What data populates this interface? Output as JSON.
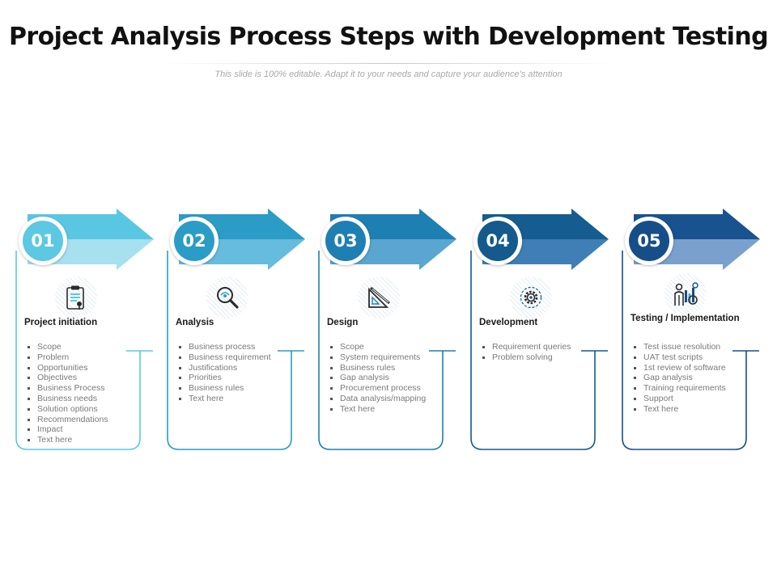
{
  "title": "Project Analysis Process Steps with Development Testing",
  "subtitle": "This slide is 100% editable. Adapt it to your needs and capture your audience’s attention",
  "steps": [
    {
      "number": "01",
      "heading": "Project initiation",
      "icon": "clipboard-icon",
      "color": "#5cc8e2",
      "arrow_dark": "#59c7e2",
      "arrow_light": "#a7e0ef",
      "items": [
        "Scope",
        "Problem",
        "Opportunities",
        "Objectives",
        "Business Process",
        "Business needs",
        "Solution options",
        "Recommendations",
        "Impact",
        "Text here"
      ]
    },
    {
      "number": "02",
      "heading": "Analysis",
      "icon": "magnifier-icon",
      "color": "#2a9cc6",
      "arrow_dark": "#2a9cc6",
      "arrow_light": "#66bcdc",
      "items": [
        "Business process",
        "Business requirement",
        "Justifications",
        "Priorities",
        "Business rules",
        "Text here"
      ]
    },
    {
      "number": "03",
      "heading": "Design",
      "icon": "design-tools-icon",
      "color": "#1e7fb3",
      "arrow_dark": "#1e7fb3",
      "arrow_light": "#5aa6d0",
      "items": [
        "Scope",
        "System requirements",
        "Business rules",
        "Gap analysis",
        "Procurement process",
        "Data analysis/mapping",
        "Text here"
      ]
    },
    {
      "number": "04",
      "heading": "Development",
      "icon": "gear-icon",
      "color": "#145a8c",
      "arrow_dark": "#155d90",
      "arrow_light": "#3f7fb5",
      "items": [
        "Requirement queries",
        "Problem solving"
      ]
    },
    {
      "number": "05",
      "heading": "Testing / Implementation",
      "icon": "tester-icon",
      "color": "#164e8a",
      "arrow_dark": "#18528f",
      "arrow_light": "#7aa0cd",
      "items": [
        "Test issue resolution",
        "UAT test scripts",
        "1st review of software",
        "Gap analysis",
        "Training requirements",
        "Support",
        "Text here"
      ]
    }
  ]
}
